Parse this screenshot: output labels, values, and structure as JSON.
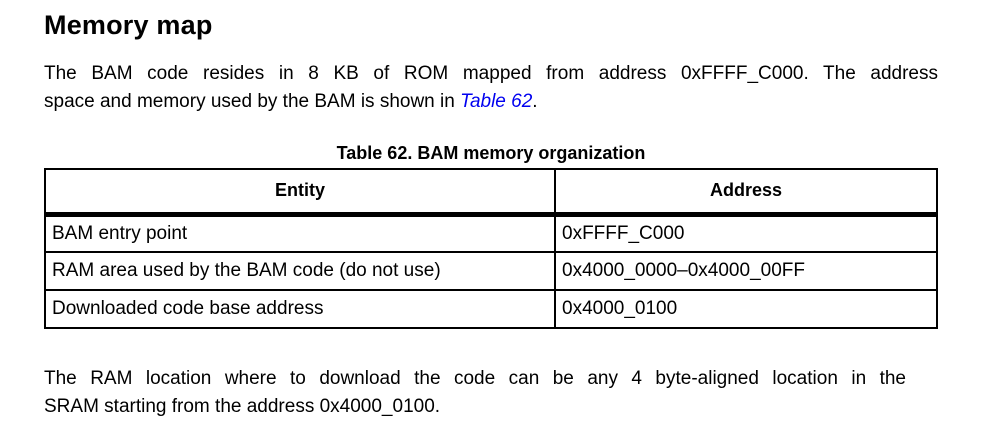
{
  "heading": "Memory map",
  "intro": {
    "line1": "The BAM code resides in 8 KB of ROM mapped from address 0xFFFF_C000. The address",
    "line2_before_link": "space and memory used by the BAM is shown in ",
    "link_text": "Table 62",
    "line2_after_link": "."
  },
  "table": {
    "caption": "Table 62. BAM memory organization",
    "columns": [
      "Entity",
      "Address"
    ],
    "rows": [
      {
        "entity": "BAM entry point",
        "address": "0xFFFF_C000"
      },
      {
        "entity": "RAM area used by the BAM code (do not use)",
        "address": "0x4000_0000–0x4000_00FF"
      },
      {
        "entity": "Downloaded code base address",
        "address": "0x4000_0100"
      }
    ]
  },
  "footer": {
    "line1": "The RAM location where to download the code can be any 4 byte-aligned location in the",
    "line2": "SRAM starting from the address 0x4000_0100."
  },
  "colors": {
    "text": "#000000",
    "link": "#0000f0",
    "border": "#000000",
    "background": "#ffffff"
  }
}
